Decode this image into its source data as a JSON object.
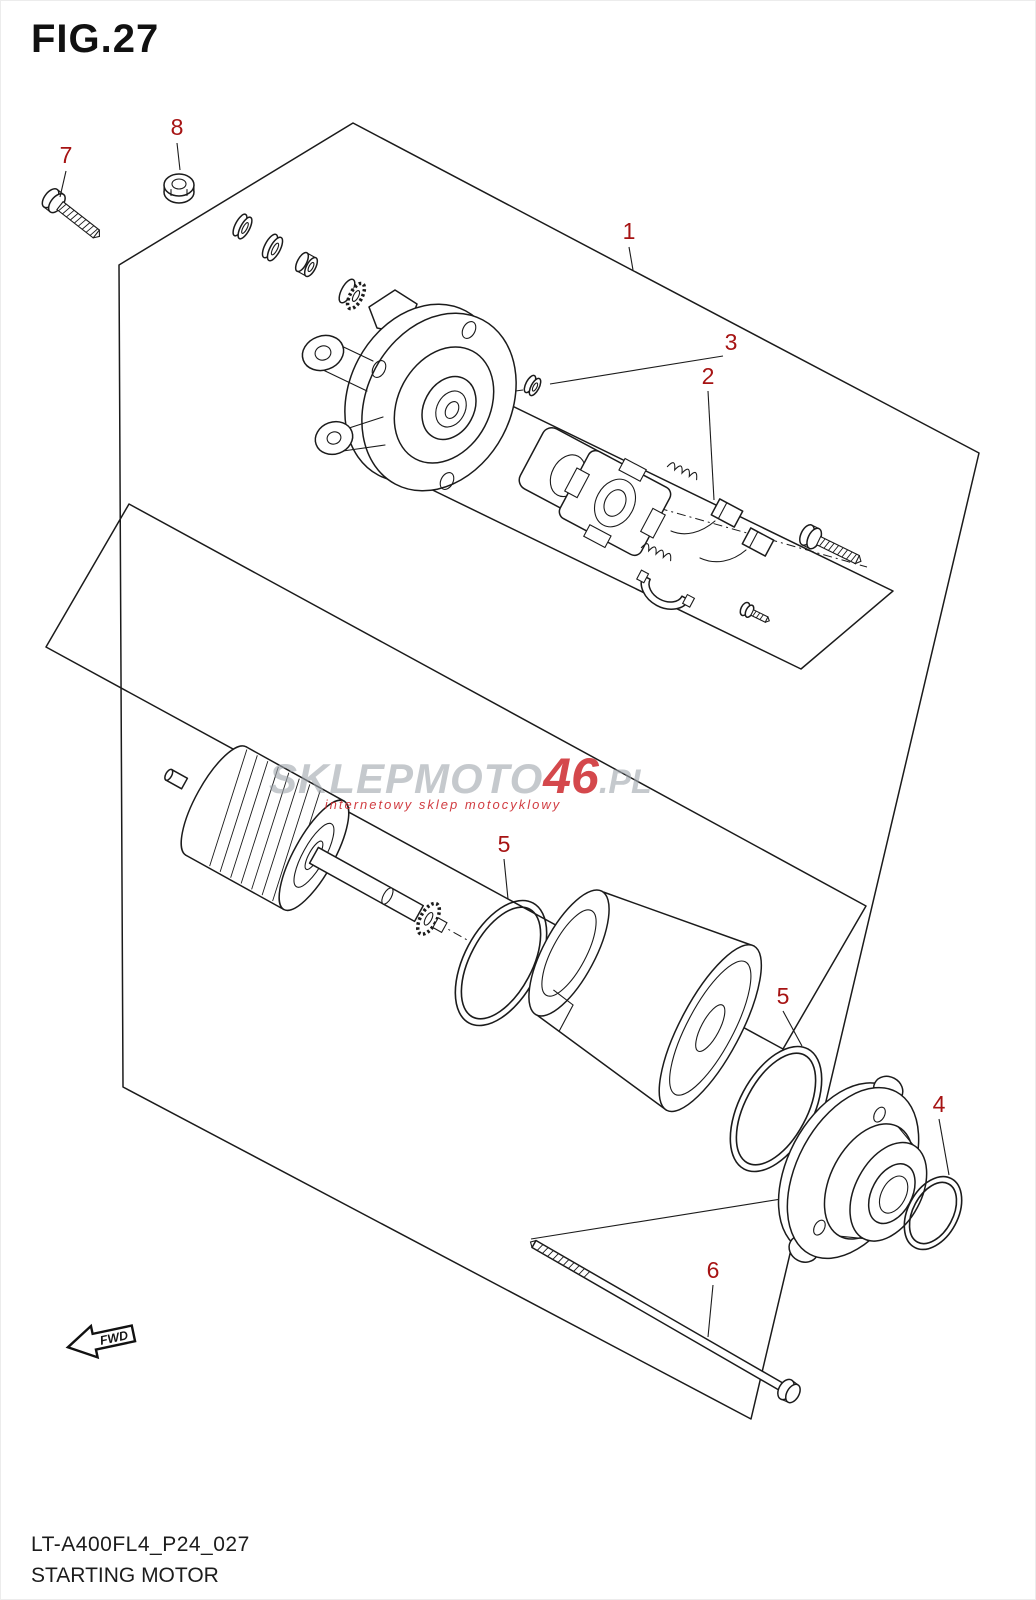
{
  "page": {
    "title": "FIG.27",
    "footer_code": "LT-A400FL4_P24_027",
    "footer_name": "STARTING MOTOR"
  },
  "watermark": {
    "brand_prefix": "SKLEPMOTO",
    "brand_accent": "46",
    "brand_suffix": ".PL",
    "tagline": "internetowy sklep motocyklowy"
  },
  "diagram": {
    "fwd_label": "FWD",
    "callouts": [
      {
        "label": "7"
      },
      {
        "label": "8"
      },
      {
        "label": "1"
      },
      {
        "label": "3"
      },
      {
        "label": "2"
      },
      {
        "label": "5"
      },
      {
        "label": "5"
      },
      {
        "label": "4"
      },
      {
        "label": "6"
      }
    ]
  },
  "colors": {
    "callout_red": "#a61313",
    "line_black": "#1b1b1b",
    "watermark_gray": "#a8aeb4",
    "watermark_red": "#cd282d"
  }
}
